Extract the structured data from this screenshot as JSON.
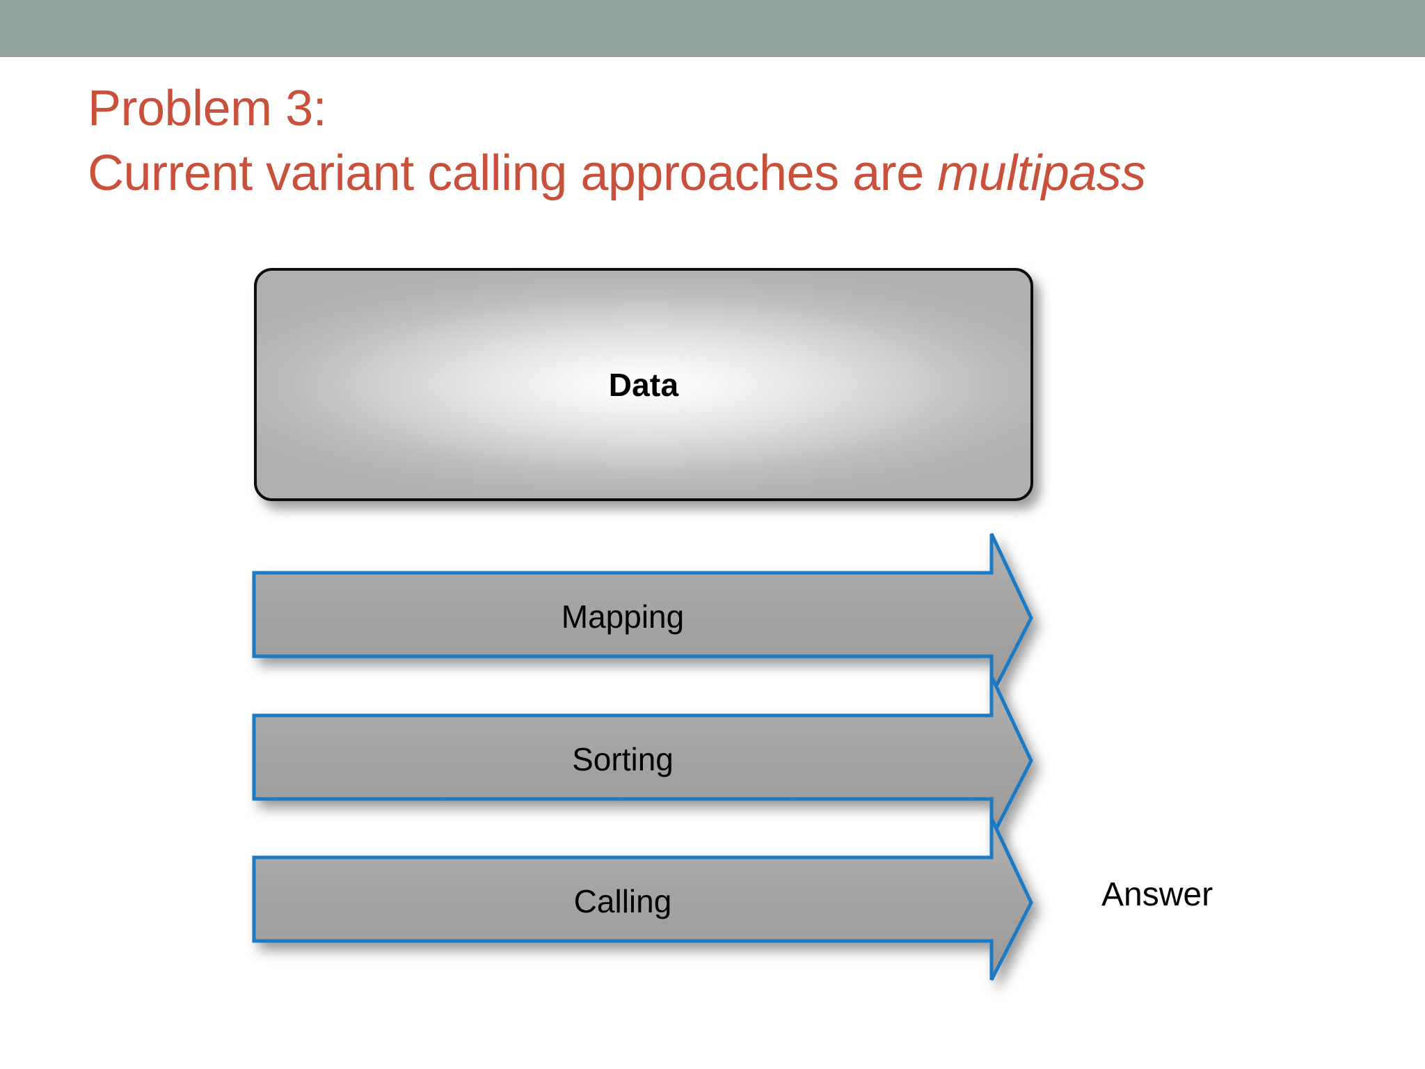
{
  "slide": {
    "header_band_color": "#94a29c",
    "background_color": "#ffffff"
  },
  "title": {
    "color": "#c9503a",
    "line1": "Problem 3:",
    "line2_plain": "Current variant calling approaches are ",
    "line2_emphasis": "multipass"
  },
  "diagram": {
    "source_node": {
      "label": "Data",
      "border_color": "#0d0d0d",
      "fill": "silver-gradient"
    },
    "arrow_fill_color": "#a6a6a6",
    "arrow_outline_color": "#1f7ac4",
    "passes": [
      {
        "label": "Mapping"
      },
      {
        "label": "Sorting"
      },
      {
        "label": "Calling"
      }
    ],
    "result": {
      "label": "Answer"
    }
  }
}
